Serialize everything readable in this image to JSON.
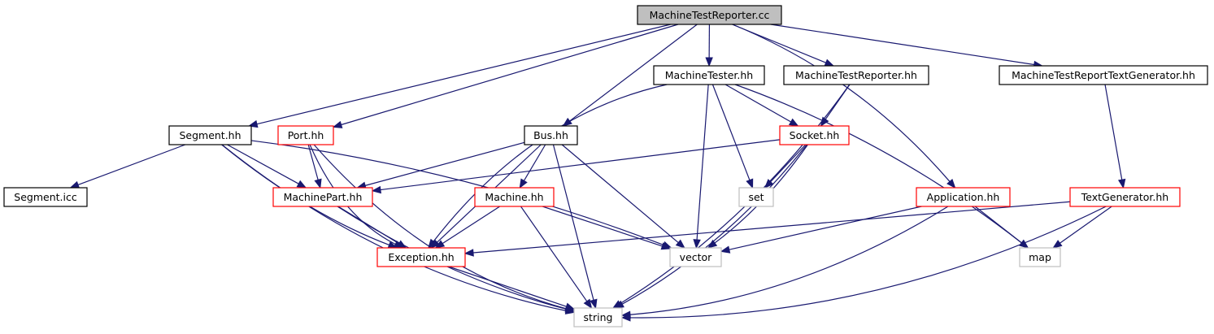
{
  "colors": {
    "edge": "#191970",
    "border_normal": "#000000",
    "border_red": "#ff0000",
    "border_gray": "#bfbfbf",
    "fill_root": "#bfbfbf",
    "fill_default": "#ffffff"
  },
  "nodes": {
    "root": {
      "label": "MachineTestReporter.cc",
      "style": "root"
    },
    "mtester": {
      "label": "MachineTester.hh",
      "style": "normal"
    },
    "mtrep": {
      "label": "MachineTestReporter.hh",
      "style": "normal"
    },
    "mtrtg": {
      "label": "MachineTestReportTextGenerator.hh",
      "style": "normal"
    },
    "segment": {
      "label": "Segment.hh",
      "style": "normal"
    },
    "port": {
      "label": "Port.hh",
      "style": "red"
    },
    "bus": {
      "label": "Bus.hh",
      "style": "normal"
    },
    "socket": {
      "label": "Socket.hh",
      "style": "red"
    },
    "segicc": {
      "label": "Segment.icc",
      "style": "normal"
    },
    "mpart": {
      "label": "MachinePart.hh",
      "style": "red"
    },
    "machine": {
      "label": "Machine.hh",
      "style": "red"
    },
    "set": {
      "label": "set",
      "style": "gray"
    },
    "app": {
      "label": "Application.hh",
      "style": "red"
    },
    "textgen": {
      "label": "TextGenerator.hh",
      "style": "red"
    },
    "exception": {
      "label": "Exception.hh",
      "style": "red"
    },
    "vector": {
      "label": "vector",
      "style": "gray"
    },
    "map": {
      "label": "map",
      "style": "gray"
    },
    "string": {
      "label": "string",
      "style": "gray"
    }
  },
  "edges": [
    [
      "root",
      "mtester"
    ],
    [
      "root",
      "mtrep"
    ],
    [
      "root",
      "mtrtg"
    ],
    [
      "root",
      "segment"
    ],
    [
      "root",
      "port"
    ],
    [
      "root",
      "bus"
    ],
    [
      "root",
      "app"
    ],
    [
      "mtester",
      "socket"
    ],
    [
      "mtester",
      "set"
    ],
    [
      "mtester",
      "vector"
    ],
    [
      "mtester",
      "exception"
    ],
    [
      "mtester",
      "map"
    ],
    [
      "mtrep",
      "socket"
    ],
    [
      "mtrep",
      "string"
    ],
    [
      "mtrtg",
      "textgen"
    ],
    [
      "segment",
      "segicc"
    ],
    [
      "segment",
      "mpart"
    ],
    [
      "segment",
      "exception"
    ],
    [
      "segment",
      "vector"
    ],
    [
      "segment",
      "string"
    ],
    [
      "port",
      "mpart"
    ],
    [
      "port",
      "exception"
    ],
    [
      "port",
      "string"
    ],
    [
      "bus",
      "mpart"
    ],
    [
      "bus",
      "machine"
    ],
    [
      "bus",
      "exception"
    ],
    [
      "bus",
      "vector"
    ],
    [
      "bus",
      "string"
    ],
    [
      "socket",
      "mpart"
    ],
    [
      "socket",
      "set"
    ],
    [
      "socket",
      "vector"
    ],
    [
      "socket",
      "string"
    ],
    [
      "mpart",
      "exception"
    ],
    [
      "mpart",
      "string"
    ],
    [
      "machine",
      "exception"
    ],
    [
      "machine",
      "vector"
    ],
    [
      "machine",
      "string"
    ],
    [
      "app",
      "vector"
    ],
    [
      "app",
      "map"
    ],
    [
      "app",
      "string"
    ],
    [
      "textgen",
      "exception"
    ],
    [
      "textgen",
      "map"
    ],
    [
      "textgen",
      "string"
    ],
    [
      "exception",
      "string"
    ]
  ]
}
